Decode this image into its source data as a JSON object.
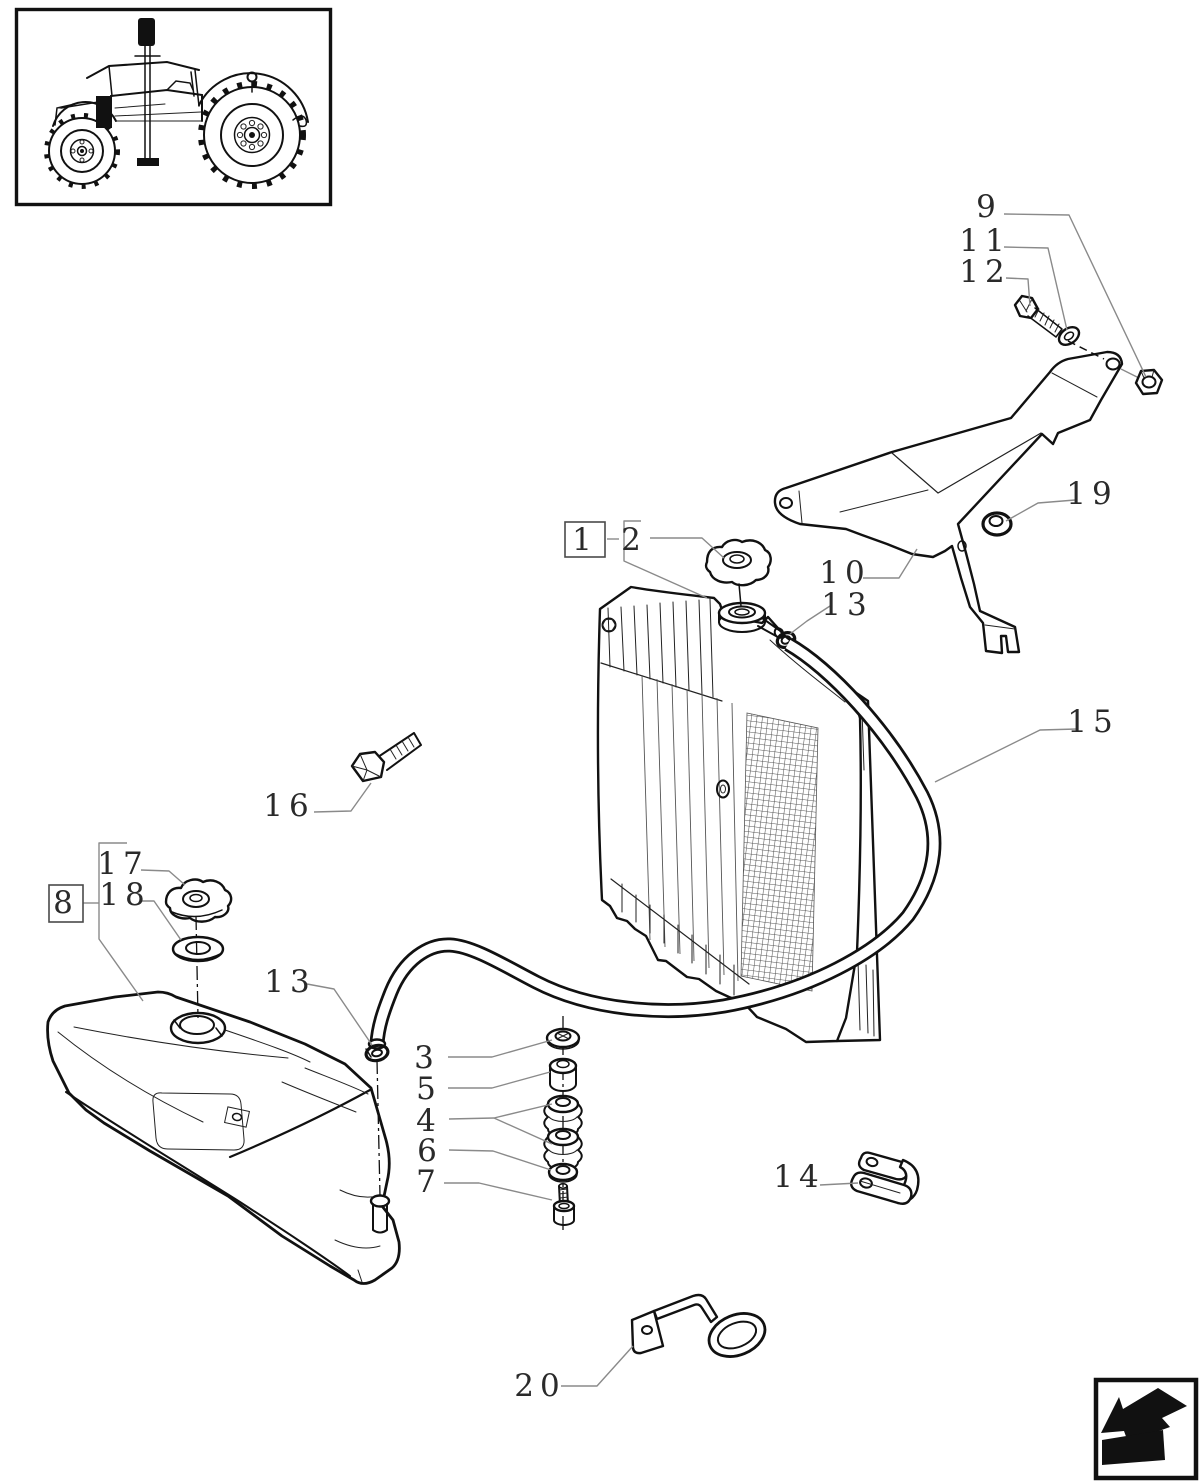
{
  "page": {
    "background": "#ffffff",
    "line_color": "#111111",
    "leader_color": "#8a8a8a",
    "label_color": "#2a2a2a"
  },
  "thumbnail": {
    "icon": "tractor-side-view-icon"
  },
  "nav": {
    "icon": "return-arrow-icon"
  },
  "callouts": {
    "c1": "1",
    "c2": "2",
    "c3": "3",
    "c4": "4",
    "c5": "5",
    "c6": "6",
    "c7": "7",
    "c8": "8",
    "c9": "9",
    "c10": "10",
    "c11": "11",
    "c12": "12",
    "c13_rad": "13",
    "c13_tank": "13",
    "c14": "14",
    "c15": "15",
    "c16": "16",
    "c17": "17",
    "c18": "18",
    "c19": "19",
    "c20": "20"
  }
}
